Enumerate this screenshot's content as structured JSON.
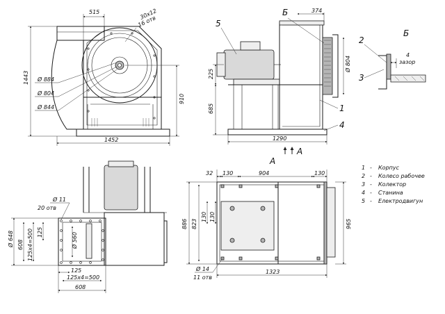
{
  "front": {
    "d515": "515",
    "flange": "30x12",
    "holes": "16 отв",
    "d884": "Ø 884",
    "d804": "Ø 804",
    "d844": "Ø 844",
    "h1443": "1443",
    "h910": "910",
    "w1452": "1452"
  },
  "side": {
    "callout5": "5",
    "viewB": "Б",
    "d374": "374",
    "d804": "Ø 804",
    "h225": "225",
    "h685": "685",
    "w1290": "1290",
    "callout1": "1",
    "callout4": "4",
    "viewA": "A",
    "arrowA": "A"
  },
  "detail": {
    "title": "Б",
    "c2": "2",
    "c3": "3",
    "c4": "4",
    "gap": "зазор"
  },
  "top_left": {
    "d11": "Ø 11",
    "holes20": "20 отв",
    "h648": "Ø 648",
    "h608v": "608",
    "h125x4": "125x4=500",
    "h125v": "125",
    "d560": "Ø 560",
    "w125": "125",
    "w125x4": "125x4=500",
    "w608": "608"
  },
  "plan": {
    "title": "A",
    "d32": "32",
    "d130a": "130",
    "d904": "904",
    "d130b": "130",
    "h886": "886",
    "h823": "823",
    "h130a": "130",
    "h130b": "130",
    "h965": "965",
    "d14": "Ø 14",
    "holes11": "11 отв",
    "w1323": "1323"
  },
  "legend": [
    {
      "num": "1",
      "label": "Корпус"
    },
    {
      "num": "2",
      "label": "Колесо рабочее"
    },
    {
      "num": "3",
      "label": "Колектор"
    },
    {
      "num": "4",
      "label": "Станина"
    },
    {
      "num": "5",
      "label": "Електродвигун"
    }
  ]
}
